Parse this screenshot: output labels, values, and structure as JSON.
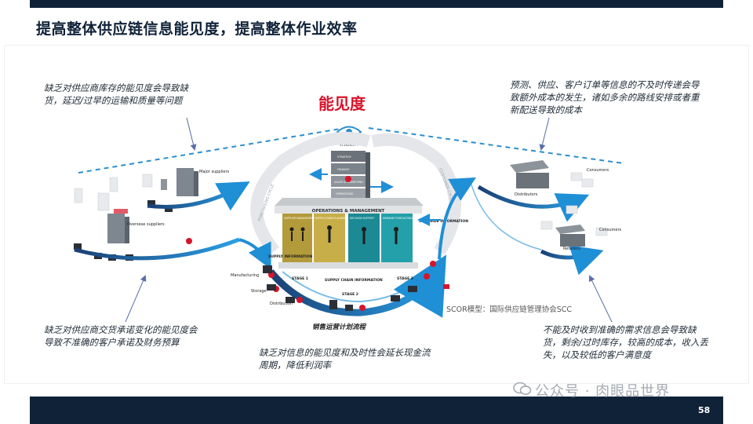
{
  "page": {
    "title": "提高整体供应链信息能见度，提高整体作业效率",
    "number": "58"
  },
  "diagram": {
    "center_label": "能见度",
    "visibility": "VISIBILITY",
    "ops_mgmt": "OPERATIONS & MANAGEMENT",
    "pillars": [
      "SUPPLIER MANAGEMENT",
      "SUPPLY-CHAIN PLANNING",
      "DECISION SUPPORT",
      "DEMAND FORECASTING"
    ],
    "tower_levels": [
      "STRATEGY",
      "FINANCE",
      "SALES & MARKETING",
      "OPERATIONS"
    ],
    "supply_info": "SUPPLY INFORMATION",
    "sell_side_info": "SELL-SIDE INFORMATION",
    "supply_chain_info": "SUPPLY CHAIN INFORMATION",
    "stages": [
      "STAGE 1",
      "STAGE 2",
      "STAGE 3"
    ],
    "flow_labels": [
      "Manufacturing",
      "Storage",
      "Distribution"
    ],
    "suppliers": [
      "Major suppliers",
      "Overseas suppliers"
    ],
    "right_nodes": [
      "Distributors",
      "Retailers"
    ],
    "consumers": [
      "Consumers",
      "Consumers"
    ],
    "cycle_left": "PURCHASING CYCLE",
    "cycle_right": "CUSTOMER CYCLE",
    "scor_note": "SCOR模型：国际供应链管理协会SCC",
    "sales_process": "销售运营计划流程"
  },
  "notes": {
    "top_left": "缺乏对供应商库存的能见度会导致缺货，延迟/过早的运输和质量等问题",
    "top_right": "预测、供应、客户订单等信息的不及时传递会导致额外成本的发生，诸如多余的路线安排或者重新配送导致的成本",
    "bottom_left": "缺乏对供应商交货承诺变化的能见度会导致不准确的客户承诺及财务预算",
    "bottom_center": "缺乏对信息的能见度和及时性会延长现金流周期，降低利润率",
    "bottom_right": "不能及时收到准确的需求信息会导致缺货，剩余/过时库存，较高的成本，收入丢失，以及较低的客户满意度"
  },
  "watermark": "公众号 · 肉眼品世界",
  "colors": {
    "navy": "#0f2238",
    "accent_red": "#d8142a",
    "flow_blue": "#1f8fd6",
    "dashed_line": "#2a8fce",
    "pillar_olive": "#b39a3a",
    "pillar_teal": "#1b8a94"
  }
}
